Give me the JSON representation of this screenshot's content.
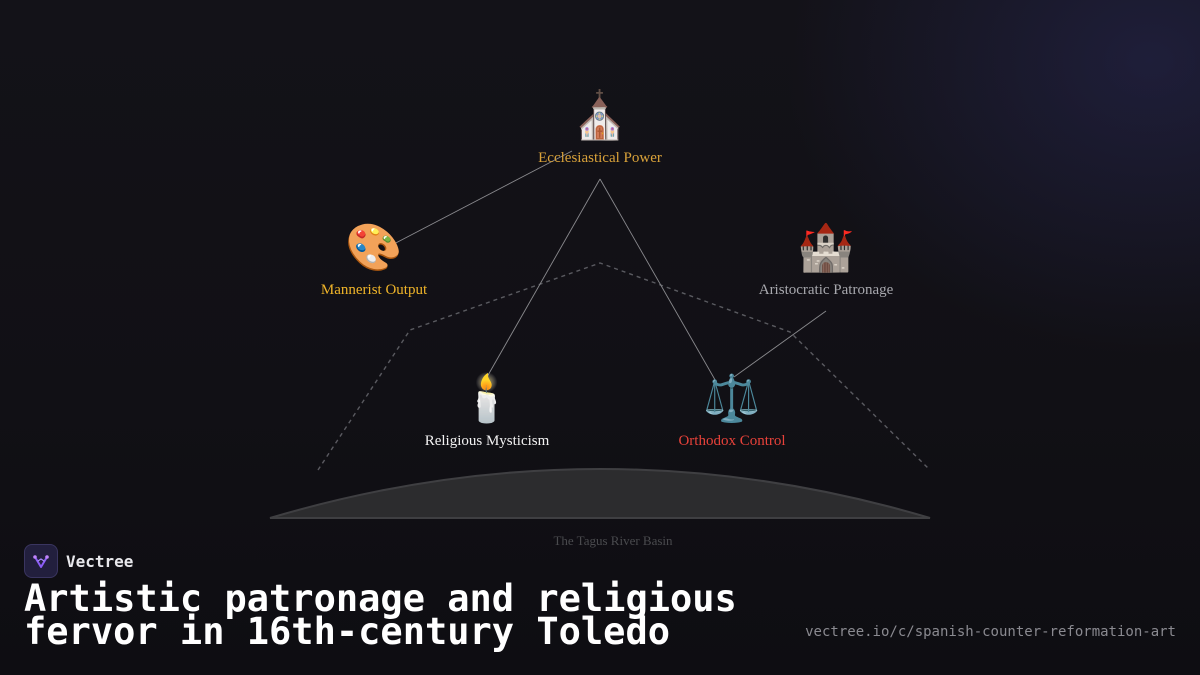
{
  "nodes": {
    "ecclesiastical": {
      "icon": "⛪",
      "icon_name": "church-icon",
      "label": "Ecclesiastical Power",
      "color": "#d9a23a"
    },
    "mannerist": {
      "icon": "🎨",
      "icon_name": "palette-icon",
      "label": "Mannerist Output",
      "color": "#f0b429"
    },
    "aristocratic": {
      "icon": "🏰",
      "icon_name": "castle-icon",
      "label": "Aristocratic Patronage",
      "color": "#a8a8ae"
    },
    "mysticism": {
      "icon": "🕯️",
      "icon_name": "candle-icon",
      "label": "Religious Mysticism",
      "color": "#f2f2f2"
    },
    "orthodox": {
      "icon": "⚖️",
      "icon_name": "scales-icon",
      "label": "Orthodox Control",
      "color": "#e8423a"
    }
  },
  "ground": {
    "label": "The Tagus River Basin"
  },
  "brand": {
    "name": "Vectree",
    "icon_name": "vectree-logo-icon"
  },
  "title": "Artistic patronage and religious fervor in 16th-century Toledo",
  "url": "vectree.io/c/spanish-counter-reformation-art"
}
